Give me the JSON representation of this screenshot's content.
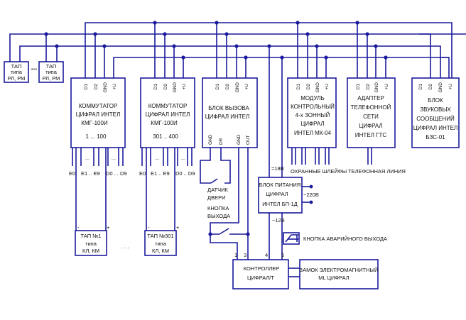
{
  "diagram": {
    "title": "",
    "colors": {
      "wire": "#1a1a9c",
      "text": "#111111"
    },
    "pins_power": [
      "D1",
      "D2",
      "GND",
      "+U"
    ],
    "tap_top": [
      {
        "lines": [
          "ТАП",
          "типа",
          "РЛ, РМ"
        ]
      },
      {
        "lines": [
          "ТАП",
          "типа",
          "РЛ, РМ"
        ]
      }
    ],
    "tap_top_ellipsis": "***",
    "kommutator1": {
      "lines": [
        "КОММУТАТОР",
        "ЦИФРАЛ ИНТЕЛ",
        "КМГ-100И",
        "1 ... 100"
      ],
      "outputs": [
        "E0",
        "E1 .. E9",
        "D0 ... D9"
      ],
      "dots": "..."
    },
    "kommutator2": {
      "lines": [
        "КОММУТАТОР",
        "ЦИФРАЛ ИНТЕЛ",
        "КМГ-100И",
        "301 .. 400"
      ],
      "outputs": [
        "E0",
        "E1 .. E9",
        "D0 .. D9"
      ],
      "dots": "..."
    },
    "blok_vyzova": {
      "lines": [
        "БЛОК ВЫЗОВА",
        "ЦИФРАЛ ИНТЕЛ"
      ],
      "bottom_pins": [
        "GND",
        "DR",
        "GND",
        "OUT"
      ]
    },
    "modul": {
      "lines": [
        "МОДУЛЬ",
        "КОНТРОЛЬНЫЙ",
        "4-х ЗОННЫЙ",
        "ЦИФРАЛ",
        "ИНТЕЛ МК-04"
      ],
      "label": "ОХРАННЫЕ ШЛЕЙФЫ"
    },
    "adapter": {
      "lines": [
        "АДАПТЕР",
        "ТЕЛЕФОННОЙ",
        "СЕТИ",
        "ЦИФРАЛ",
        "ИНТЕЛ ГТС"
      ],
      "label": "ТЕЛЕФОННАЯ ЛИНИЯ"
    },
    "bzs": {
      "lines": [
        "БЛОК",
        "ЗВУКОВЫХ",
        "СООБЩЕНИЙ",
        "ЦИФРАЛ ИНТЕЛ",
        "БЗС-01"
      ]
    },
    "bp": {
      "lines": [
        "БЛОК ПИТАНИЯ",
        "ЦИФРАЛ",
        "ИНТЕЛ БП-1Д"
      ],
      "in": "~220В",
      "out_dc": "=18В",
      "out_ac": "~12В"
    },
    "datchik": {
      "lines": [
        "ДАТЧИК",
        "ДВЕРИ"
      ]
    },
    "knopka_vyhoda": {
      "lines": [
        "КНОПКА",
        "ВЫХОДА"
      ]
    },
    "knopka_avar": "КНОПКА АВАРИЙНОГО ВЫХОДА",
    "controller": {
      "lines": [
        "КОНТРОЛЛЕР",
        "ЦИФРАЛ/Т"
      ],
      "pins": [
        "1",
        "3",
        "4",
        "5"
      ]
    },
    "zamok": {
      "lines": [
        "ЗАМОК ЭЛЕКТРОМАГНИТНЫЙ",
        "ML ЦИФРАЛ"
      ]
    },
    "tap_bottom": [
      {
        "lines": [
          "ТАП №1",
          "типа",
          "КЛ, КМ"
        ],
        "minus": "-",
        "plus": "+"
      },
      {
        "lines": [
          "ТАП №301",
          "типа",
          "КЛ, КМ"
        ],
        "minus": "-",
        "plus": "+"
      }
    ],
    "tap_bottom_ellipsis": ". . ."
  }
}
